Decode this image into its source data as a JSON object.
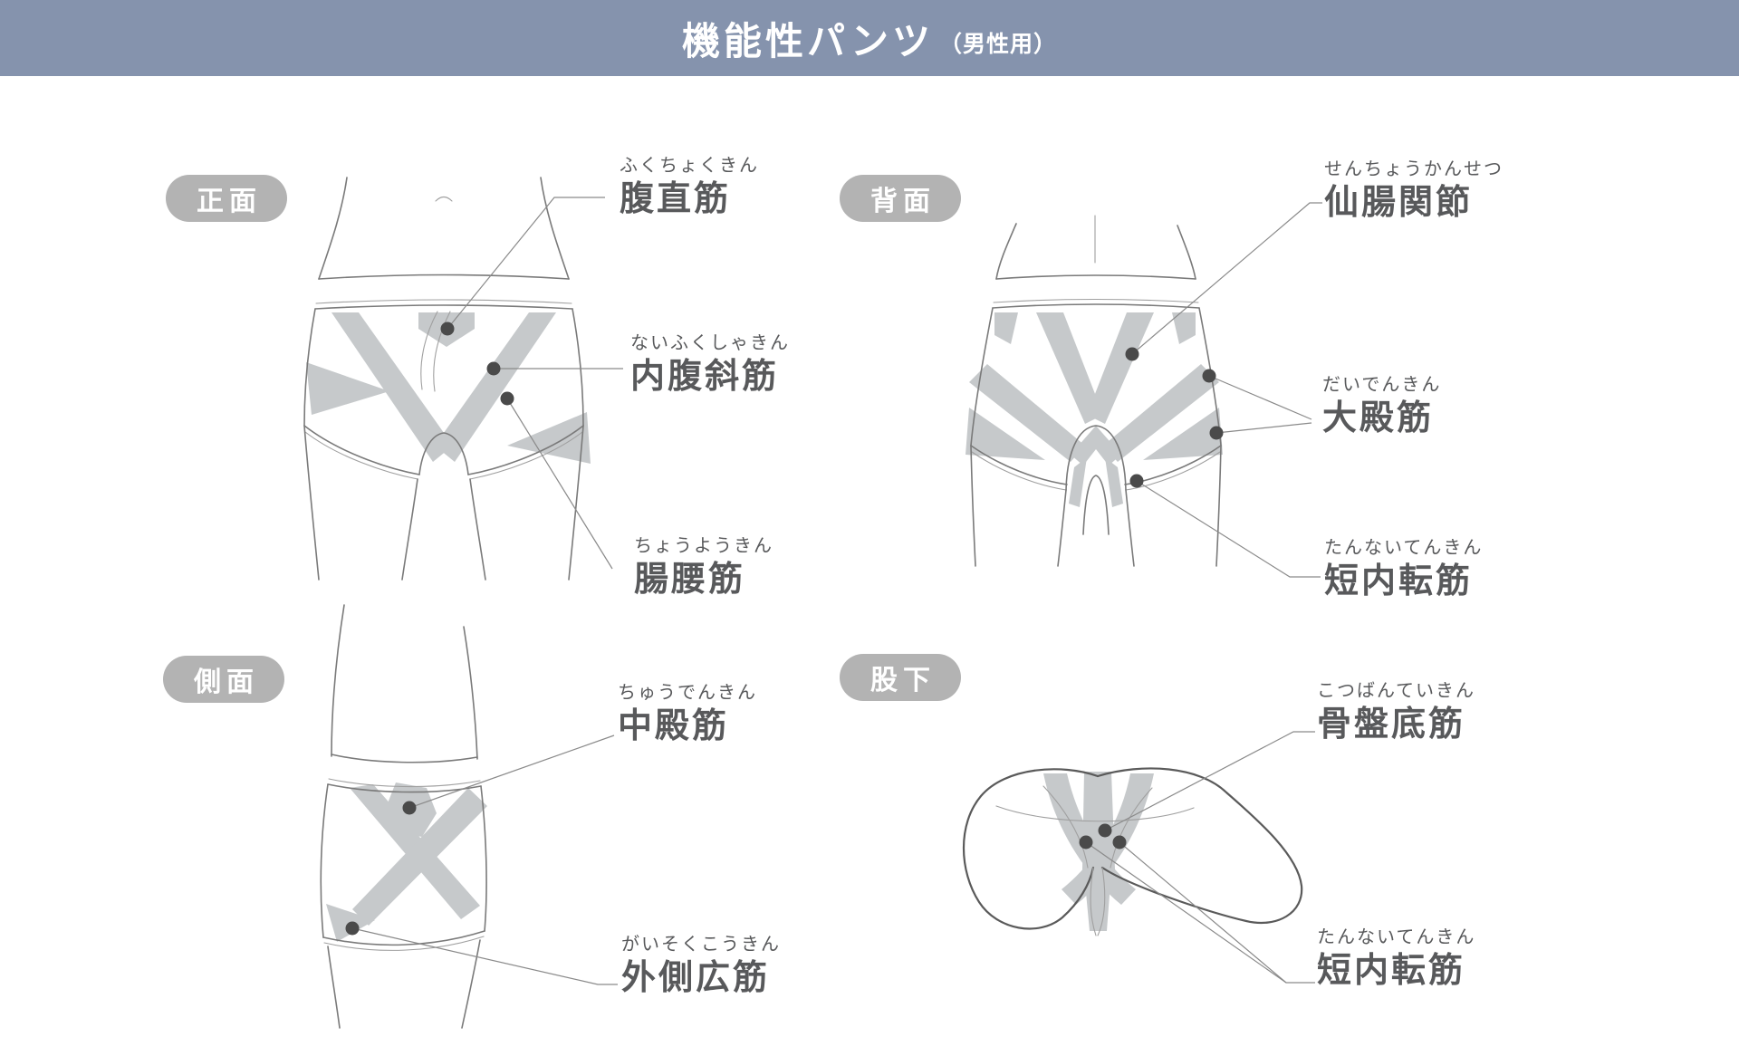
{
  "header": {
    "title": "機能性パンツ",
    "subtitle": "（男性用）"
  },
  "colors": {
    "header_bg": "#8593ad",
    "header_text": "#ffffff",
    "badge_bg": "#b3b3b3",
    "badge_text": "#ffffff",
    "label_text": "#58595b",
    "zone_fill": "#c6c9cb",
    "outline": "#7a7a7a",
    "leader_line": "#8a8a8a",
    "dot": "#4a4a4a"
  },
  "sections": [
    {
      "id": "front",
      "badge": "正面",
      "labels": [
        {
          "furigana": "ふくちょくきん",
          "kanji": "腹直筋"
        },
        {
          "furigana": "ないふくしゃきん",
          "kanji": "内腹斜筋"
        },
        {
          "furigana": "ちょうようきん",
          "kanji": "腸腰筋"
        }
      ]
    },
    {
      "id": "back",
      "badge": "背面",
      "labels": [
        {
          "furigana": "せんちょうかんせつ",
          "kanji": "仙腸関節"
        },
        {
          "furigana": "だいでんきん",
          "kanji": "大殿筋"
        },
        {
          "furigana": "たんないてんきん",
          "kanji": "短内転筋"
        }
      ]
    },
    {
      "id": "side",
      "badge": "側面",
      "labels": [
        {
          "furigana": "ちゅうでんきん",
          "kanji": "中殿筋"
        },
        {
          "furigana": "がいそくこうきん",
          "kanji": "外側広筋"
        }
      ]
    },
    {
      "id": "inseam",
      "badge": "股下",
      "labels": [
        {
          "furigana": "こつばんていきん",
          "kanji": "骨盤底筋"
        },
        {
          "furigana": "たんないてんきん",
          "kanji": "短内転筋"
        }
      ]
    }
  ]
}
